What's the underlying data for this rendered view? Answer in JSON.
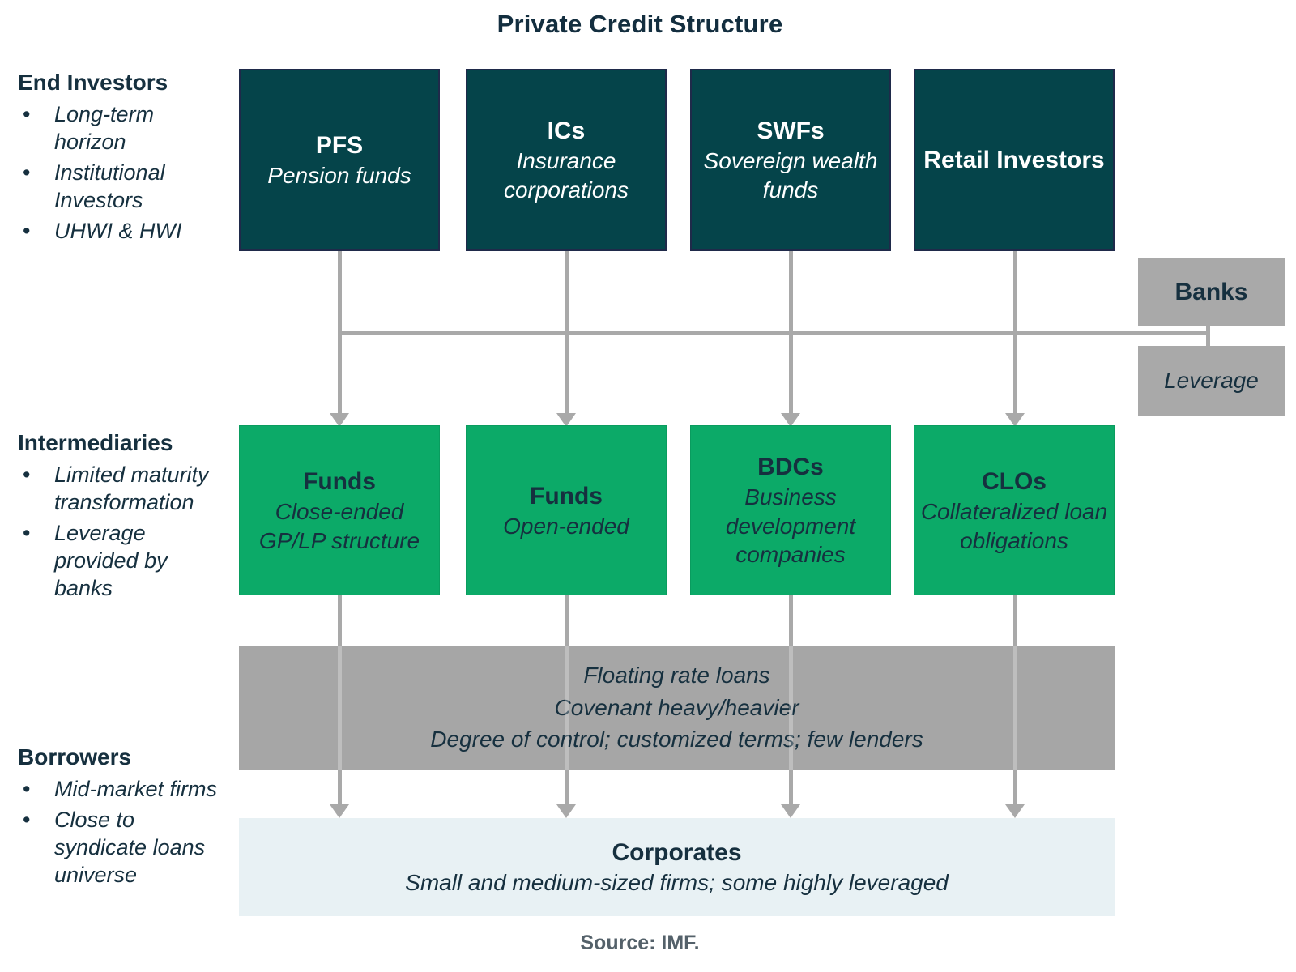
{
  "title": "Private Credit Structure",
  "colors": {
    "dark_teal": "#05444a",
    "green": "#0caa68",
    "gray_band": "#a6a6a6",
    "gray_box": "#a9a9a9",
    "light_blue": "#e8f1f4",
    "ink": "#16303f",
    "connector": "#a9a9a9"
  },
  "side_sections": {
    "end_investors": {
      "heading": "End Investors",
      "bullets": [
        "Long-term horizon",
        "Institutional Investors",
        "UHWI & HWI"
      ]
    },
    "intermediaries": {
      "heading": "Intermediaries",
      "bullets": [
        "Limited maturity transformation",
        "Leverage provided by banks"
      ]
    },
    "borrowers": {
      "heading": "Borrowers",
      "bullets": [
        "Mid-market firms",
        "Close to syndicate loans universe"
      ]
    }
  },
  "top_row": [
    {
      "abbr": "PFS",
      "full": "Pension funds"
    },
    {
      "abbr": "ICs",
      "full": "Insurance corporations"
    },
    {
      "abbr": "SWFs",
      "full": "Sovereign wealth funds"
    },
    {
      "abbr": "Retail Investors",
      "full": ""
    }
  ],
  "mid_row": [
    {
      "abbr": "Funds",
      "full": "Close-ended GP/LP structure"
    },
    {
      "abbr": "Funds",
      "full": "Open-ended"
    },
    {
      "abbr": "BDCs",
      "full": "Business development companies"
    },
    {
      "abbr": "CLOs",
      "full": "Collateralized loan obligations"
    }
  ],
  "banks": {
    "label": "Banks",
    "leverage": "Leverage"
  },
  "band": {
    "lines": [
      "Floating rate loans",
      "Covenant heavy/heavier",
      "Degree of control; customized terms; few lenders"
    ]
  },
  "corporates": {
    "heading": "Corporates",
    "subtitle": "Small and medium-sized firms; some highly leveraged"
  },
  "source": "Source: IMF."
}
